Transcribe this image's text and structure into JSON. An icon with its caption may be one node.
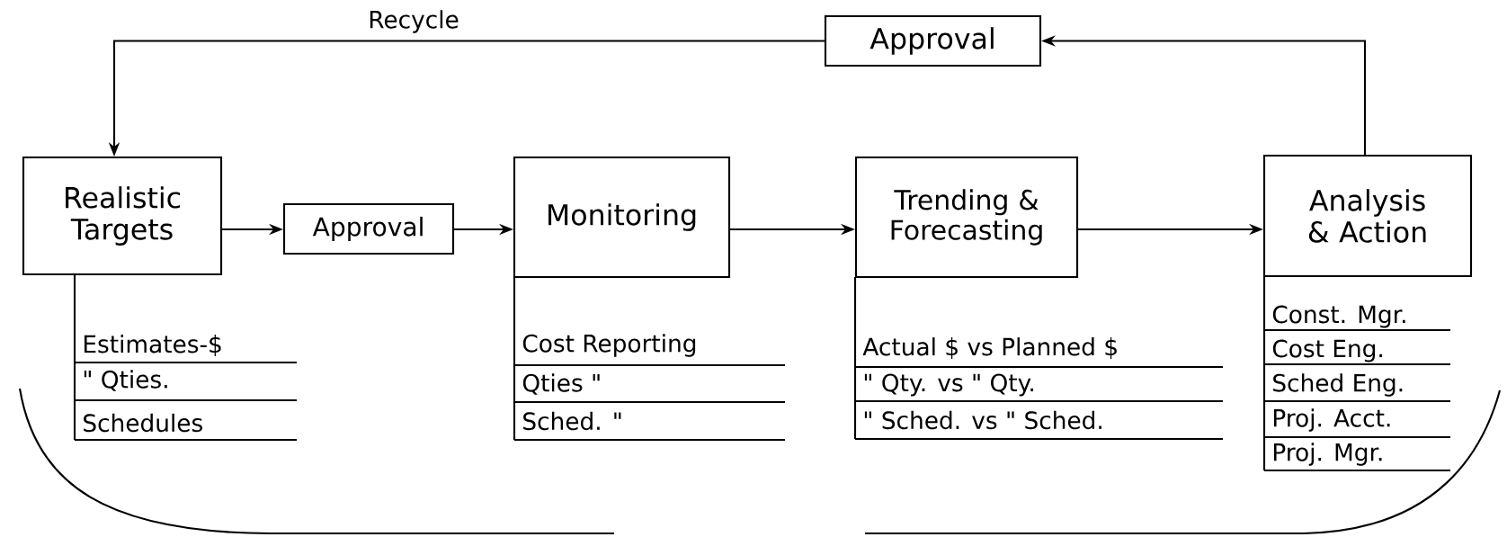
{
  "diagram": {
    "nodes": [
      {
        "text": [
          "Realistic Targets"
        ]
      },
      {
        "text": [
          "Approval"
        ]
      },
      {
        "text": [
          "Monitoring"
        ]
      },
      {
        "text": [
          "Trending & Forecasting"
        ]
      },
      {
        "text": [
          "Analysis & Action"
        ]
      },
      {
        "text": [
          "Approval"
        ]
      }
    ],
    "edges": [
      {
        "from": 0,
        "to": 1,
        "arrow": "to"
      },
      {
        "from": 1,
        "to": 2,
        "arrow": "to"
      },
      {
        "from": 2,
        "to": 3,
        "arrow": "to"
      },
      {
        "from": 3,
        "to": 4,
        "arrow": "to"
      },
      {
        "from": 4,
        "to": 5,
        "arrow": "to"
      },
      {
        "from": 5,
        "to": 0,
        "arrow": "to",
        "label": "Recycle"
      }
    ],
    "labels": [
      "Estimates-$",
      "\" Qties.",
      "Schedules",
      "Cost Reporting",
      "Qties \"",
      "Sched. \"",
      "Actual $ vs Planned $",
      "\" Qty. vs \" Qty.",
      "\" Sched. vs \" Sched.",
      "Const. Mgr.",
      "Cost Eng.",
      "Sched Eng.",
      "Proj. Acct.",
      "Proj. Mgr."
    ]
  }
}
